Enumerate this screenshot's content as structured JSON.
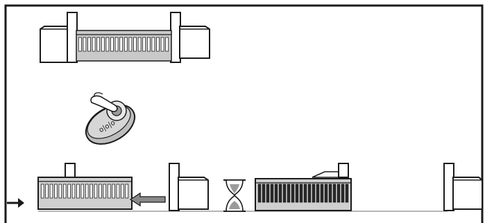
{
  "figure": {
    "background": "#ffffff",
    "ink": "#1a1a1a",
    "gate_fill": "#c9c9c9",
    "gate_open_fill": "#cfcfcf",
    "closed_bars": "#2a2a2a",
    "arrow_fill": "#8a8a8a",
    "remote_fill": "#bdbdbd",
    "steps": [
      {
        "name": "step-1",
        "content": "gate-closed-icon"
      },
      {
        "name": "step-2",
        "content": "remote-control-press-icon"
      },
      {
        "name": "step-3",
        "content": "gate-opening-pause-closing-sequence"
      }
    ],
    "remote": {
      "button_symbols": "o|o|o"
    }
  }
}
